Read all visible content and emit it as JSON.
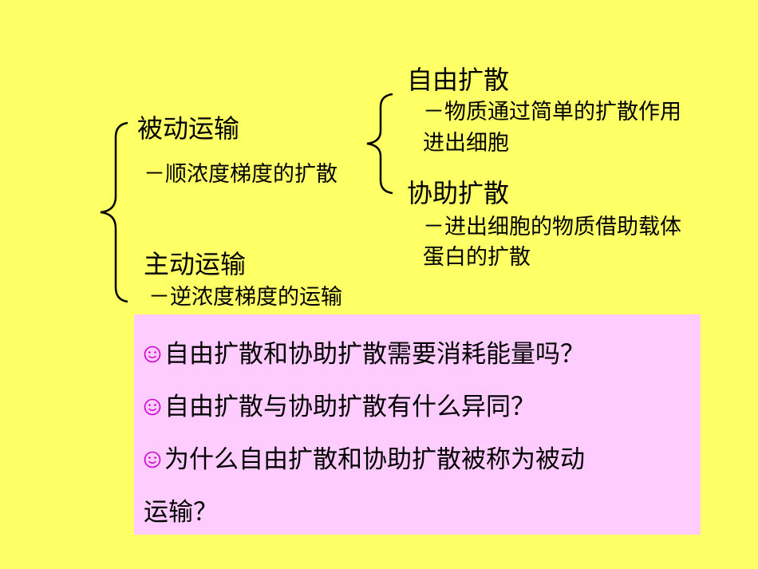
{
  "passive": {
    "title": "被动运输",
    "desc": "－顺浓度梯度的扩散"
  },
  "active": {
    "title": "主动运输",
    "desc": "－逆浓度梯度的运输"
  },
  "simple_diffusion": {
    "title": "自由扩散",
    "desc_line1": "－物质通过简单的扩散作用",
    "desc_line2": "进出细胞"
  },
  "facilitated_diffusion": {
    "title": "协助扩散",
    "desc_line1": "－进出细胞的物质借助载体",
    "desc_line2": "蛋白的扩散"
  },
  "questions": {
    "q1": "自由扩散和协助扩散需要消耗能量吗？",
    "q2": "自由扩散与协助扩散有什么异同？",
    "q3_line1": "为什么自由扩散和协助扩散被称为被动",
    "q3_line2": "运输？"
  },
  "colors": {
    "background": "#ffff66",
    "question_box": "#ffccff",
    "smiley": "#cc00cc"
  },
  "icons": {
    "bullet": "smiley-face-icon"
  }
}
